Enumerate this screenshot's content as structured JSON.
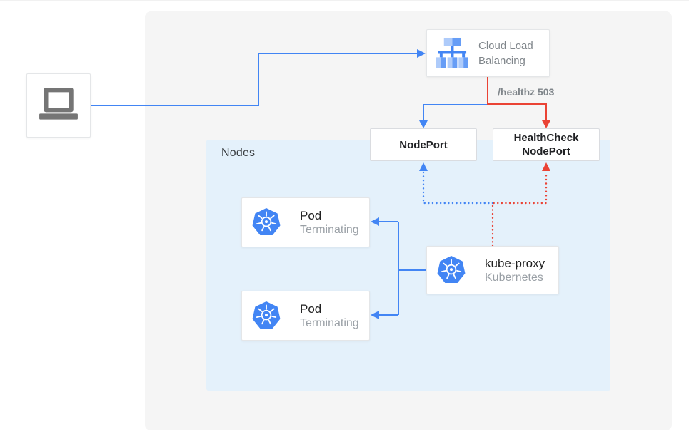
{
  "colors": {
    "traffic_blue": "#4285f4",
    "health_red": "#ea4335",
    "nodes_bg": "#e4f1fb",
    "stage_bg": "#f5f5f5",
    "k8s_icon_blue": "#4285f4",
    "laptop_gray": "#757575"
  },
  "client": {
    "icon": "laptop-icon"
  },
  "cloud_lb": {
    "icon": "load-balancer-icon",
    "label": "Cloud Load Balancing"
  },
  "healthz": {
    "label": "/healthz 503"
  },
  "nodeport": {
    "label": "NodePort"
  },
  "healthcheck_nodeport": {
    "label": "HealthCheck NodePort"
  },
  "nodes_group": {
    "label": "Nodes"
  },
  "pods": [
    {
      "icon": "kubernetes-icon",
      "title": "Pod",
      "subtitle": "Terminating"
    },
    {
      "icon": "kubernetes-icon",
      "title": "Pod",
      "subtitle": "Terminating"
    }
  ],
  "kube_proxy": {
    "icon": "kubernetes-icon",
    "title": "kube-proxy",
    "subtitle": "Kubernetes"
  }
}
